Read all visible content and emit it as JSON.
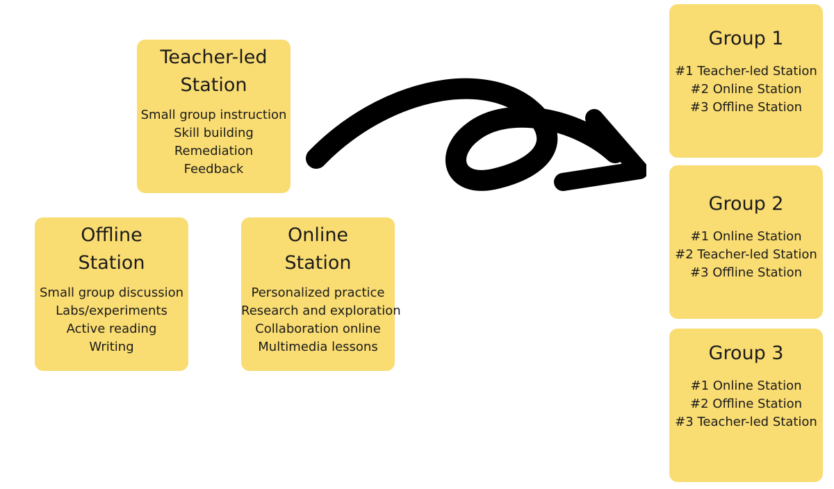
{
  "stations": {
    "teacher_led": {
      "title_line1": "Teacher-led",
      "title_line2": "Station",
      "items": [
        "Small group instruction",
        "Skill building",
        "Remediation",
        "Feedback"
      ]
    },
    "offline": {
      "title_line1": "Offline",
      "title_line2": "Station",
      "items": [
        "Small group discussion",
        "Labs/experiments",
        "Active reading",
        "Writing"
      ]
    },
    "online": {
      "title_line1": "Online",
      "title_line2": "Station",
      "items": [
        "Personalized practice",
        "Research and exploration",
        "Collaboration online",
        "Multimedia lessons"
      ]
    }
  },
  "groups": [
    {
      "title": "Group 1",
      "items": [
        "#1 Teacher-led Station",
        "#2 Online Station",
        "#3 Offline Station"
      ]
    },
    {
      "title": "Group 2",
      "items": [
        "#1 Online Station",
        "#2 Teacher-led Station",
        "#3 Offline Station"
      ]
    },
    {
      "title": "Group 3",
      "items": [
        "#1 Online Station",
        "#2 Offline Station",
        "#3 Teacher-led Station"
      ]
    }
  ],
  "colors": {
    "card": "#f9dc72",
    "arrow": "#000000",
    "text": "#1a1a1a"
  }
}
